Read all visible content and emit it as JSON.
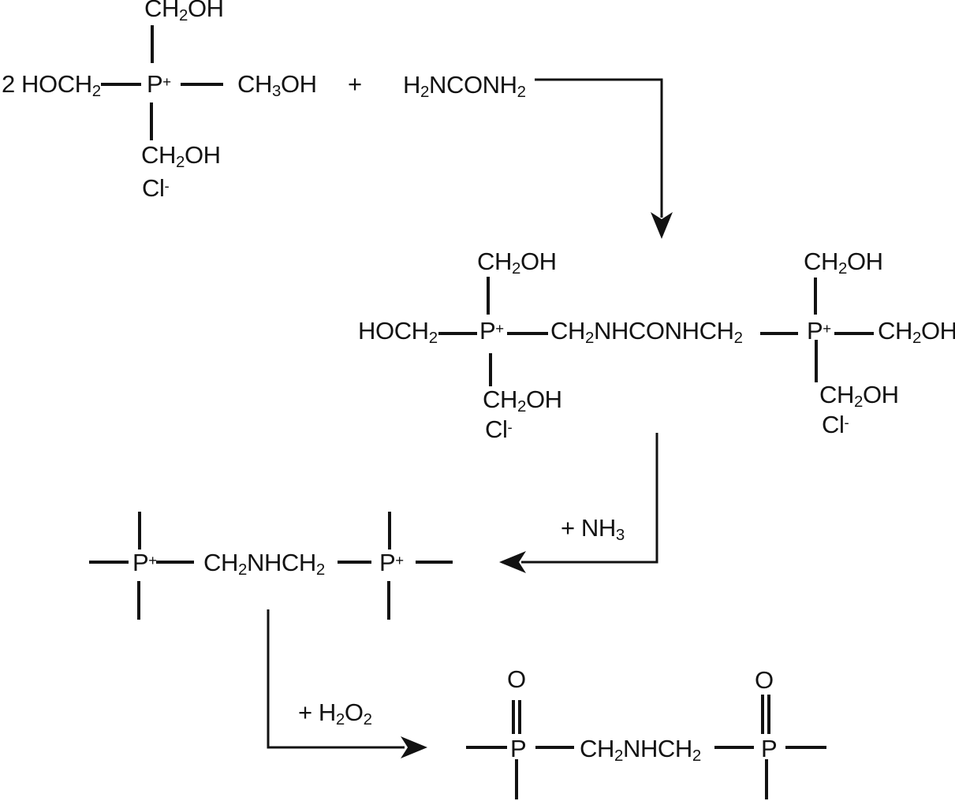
{
  "colors": {
    "ink": "#121212",
    "background": "#ffffff"
  },
  "structures": {
    "thpc_reactant": {
      "top_group": "CH₂OH",
      "left_group": "2 HOCH₂",
      "phosphorus": "P⁺",
      "right_group": "CH₃OH",
      "bottom_group": "CH₂OH",
      "counterion": "Cl⁻"
    },
    "plus_operator": "+",
    "urea": "H₂NCONH₂",
    "urea_adduct": {
      "left_top_group": "CH₂OH",
      "left_group": "HOCH₂",
      "left_phosphorus": "P⁺",
      "bridge": "CH₂NHCONHCH₂",
      "left_bottom_group": "CH₂OH",
      "left_counterion": "Cl⁻",
      "right_top_group": "CH₂OH",
      "right_phosphorus": "P⁺",
      "right_group": "CH₂OH",
      "right_bottom_group": "CH₂OH",
      "right_counterion": "Cl⁻"
    },
    "crosslinked_product": {
      "left_phosphorus": "P⁺",
      "bridge": "CH₂NHCH₂",
      "right_phosphorus": "P⁺"
    },
    "oxidized_product": {
      "left_oxygen": "O",
      "left_phosphorus": "P",
      "bridge": "CH₂NHCH₂",
      "right_oxygen": "O",
      "right_phosphorus": "P"
    }
  },
  "arrow_labels": {
    "ammonia_step": "+ NH₃",
    "peroxide_step": "+ H₂O₂"
  }
}
